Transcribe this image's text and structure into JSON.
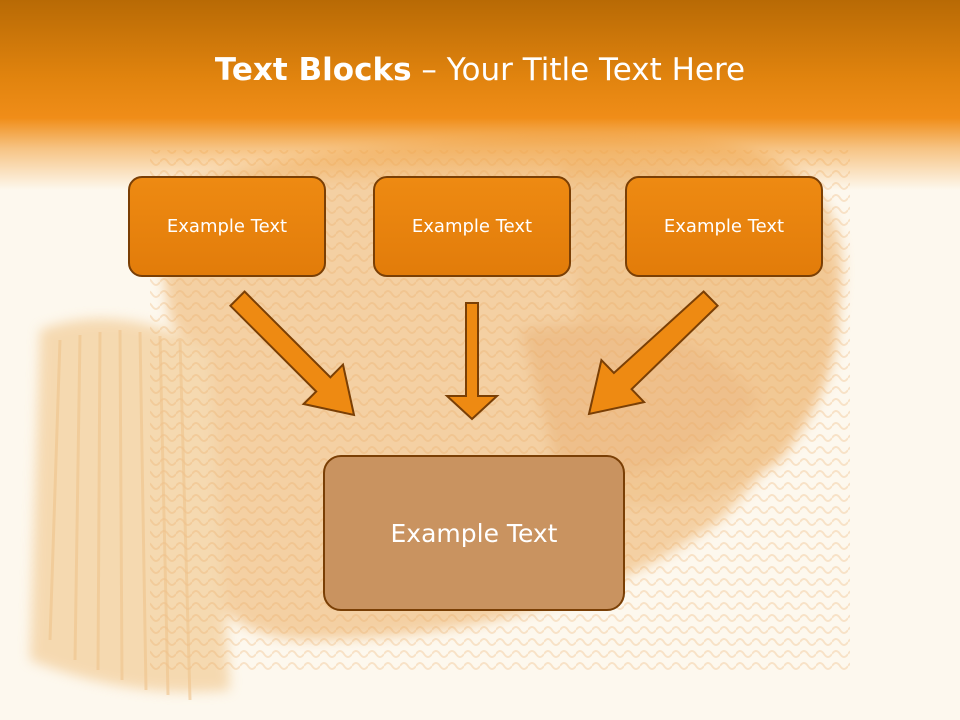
{
  "slide": {
    "title_bold": "Text Blocks",
    "title_dash": " – ",
    "title_rest": "Your Title Text Here"
  },
  "blocks": {
    "left": "Example Text",
    "middle": "Example Text",
    "right": "Example Text",
    "center": "Example Text"
  },
  "colors": {
    "accent": "#e27c0a",
    "outline": "#7a3f05",
    "center_fill": "#c99360"
  }
}
